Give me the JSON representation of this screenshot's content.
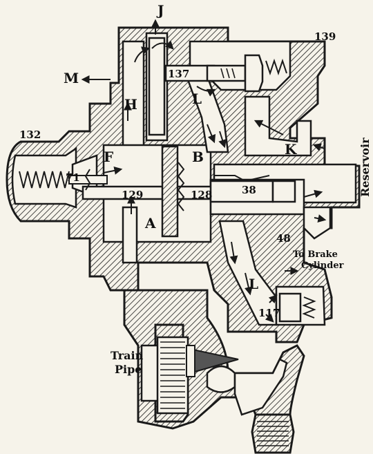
{
  "labels": {
    "J": "J",
    "n139": "139",
    "M": "M",
    "n137": "137",
    "L_top": "L",
    "H": "H",
    "n132": "132",
    "n71": "71",
    "F": "F",
    "B": "B",
    "K": "K",
    "n38": "38",
    "n129": "129",
    "n128": "128",
    "A": "A",
    "n48": "48",
    "to_brake": "To Brake",
    "cylinder": "Cylinder",
    "reservoir": "Reservoir",
    "L_bottom": "L",
    "n117": "117",
    "train": "Train",
    "pipe": "Pipe"
  },
  "colors": {
    "ink": "#1a1a1a",
    "paper": "#f6f3ea"
  }
}
